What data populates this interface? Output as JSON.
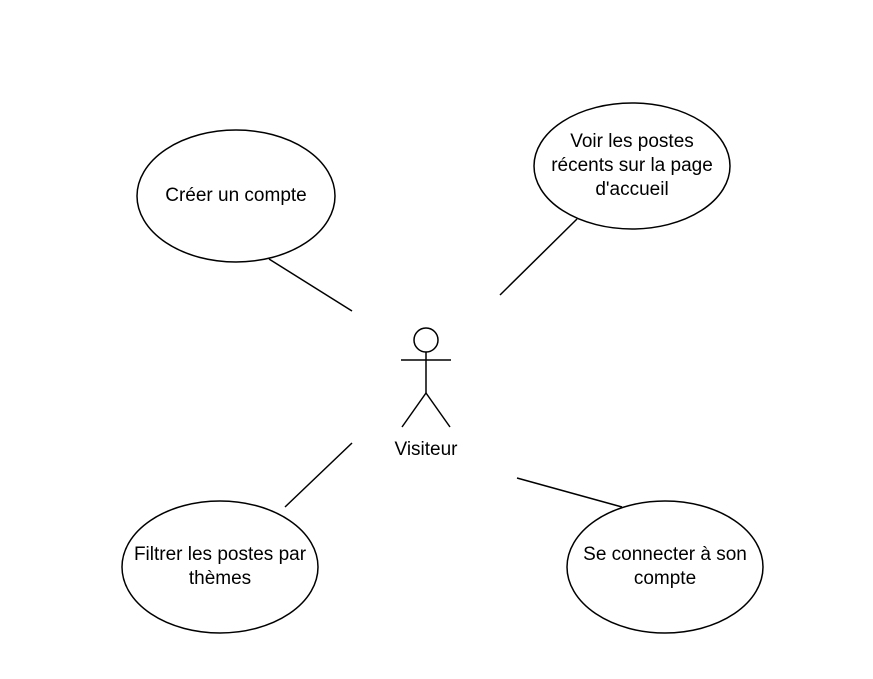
{
  "diagram": {
    "type": "use-case",
    "actor": {
      "label": "Visiteur"
    },
    "use_cases": [
      {
        "id": "uc1",
        "label": "Créer un compte"
      },
      {
        "id": "uc2",
        "label": "Voir les postes\nrécents sur la page\nd'accueil"
      },
      {
        "id": "uc3",
        "label": "Filtrer les postes par\nthèmes"
      },
      {
        "id": "uc4",
        "label": "Se connecter à son\ncompte"
      }
    ],
    "associations": [
      {
        "from": "actor",
        "to": "uc1"
      },
      {
        "from": "actor",
        "to": "uc2"
      },
      {
        "from": "actor",
        "to": "uc3"
      },
      {
        "from": "actor",
        "to": "uc4"
      }
    ],
    "colors": {
      "stroke": "#000000",
      "fill": "#ffffff",
      "background": "#ffffff"
    }
  }
}
